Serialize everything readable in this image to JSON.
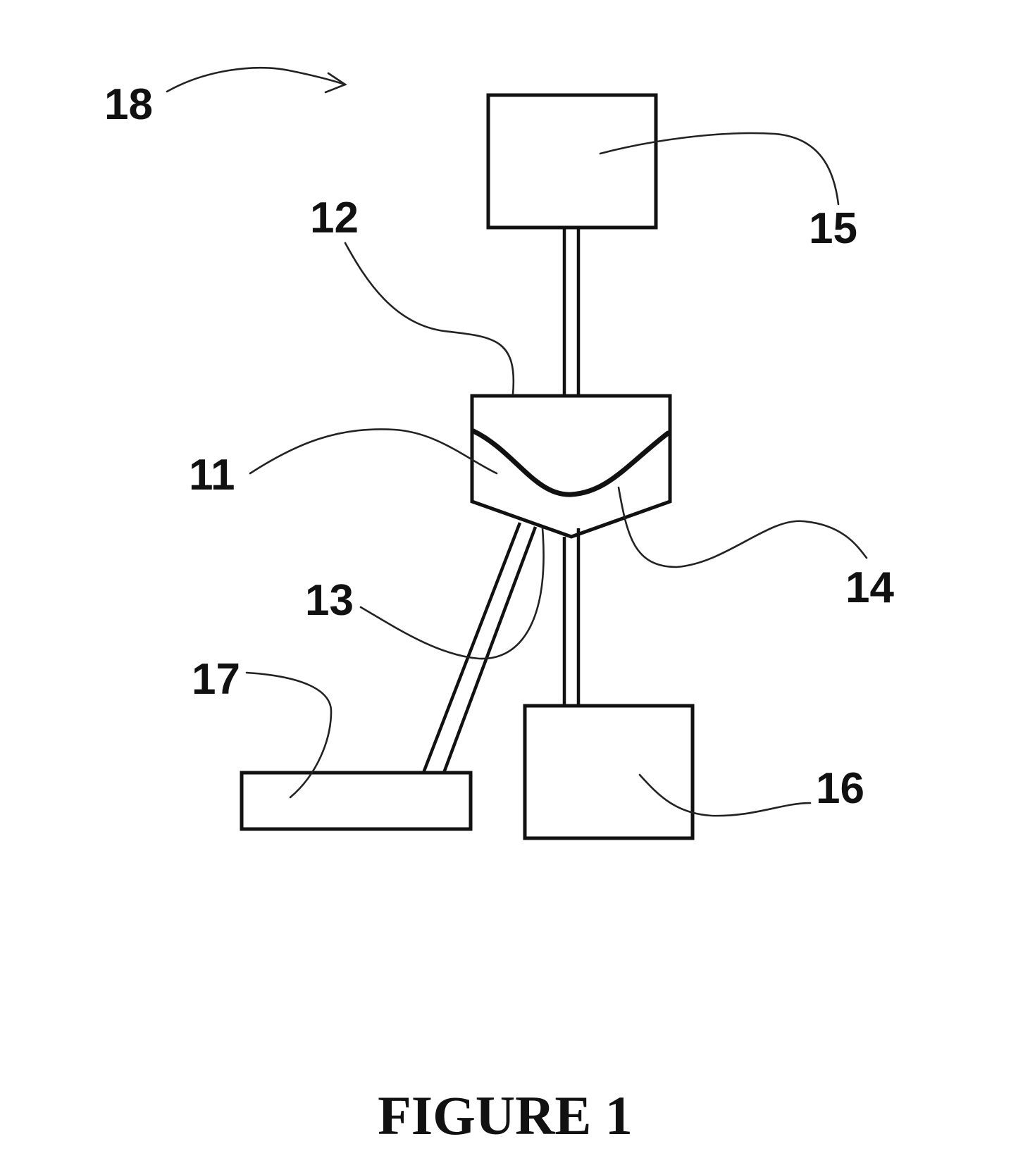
{
  "figure": {
    "caption": "FIGURE 1",
    "labels": {
      "assembly": "18",
      "head": "12",
      "cavity": "11",
      "fiber": "13",
      "reflector": "14",
      "upper_unit": "15",
      "lower_unit": "16",
      "base_unit": "17"
    }
  },
  "colors": {
    "line": "#111111",
    "background": "#ffffff"
  }
}
